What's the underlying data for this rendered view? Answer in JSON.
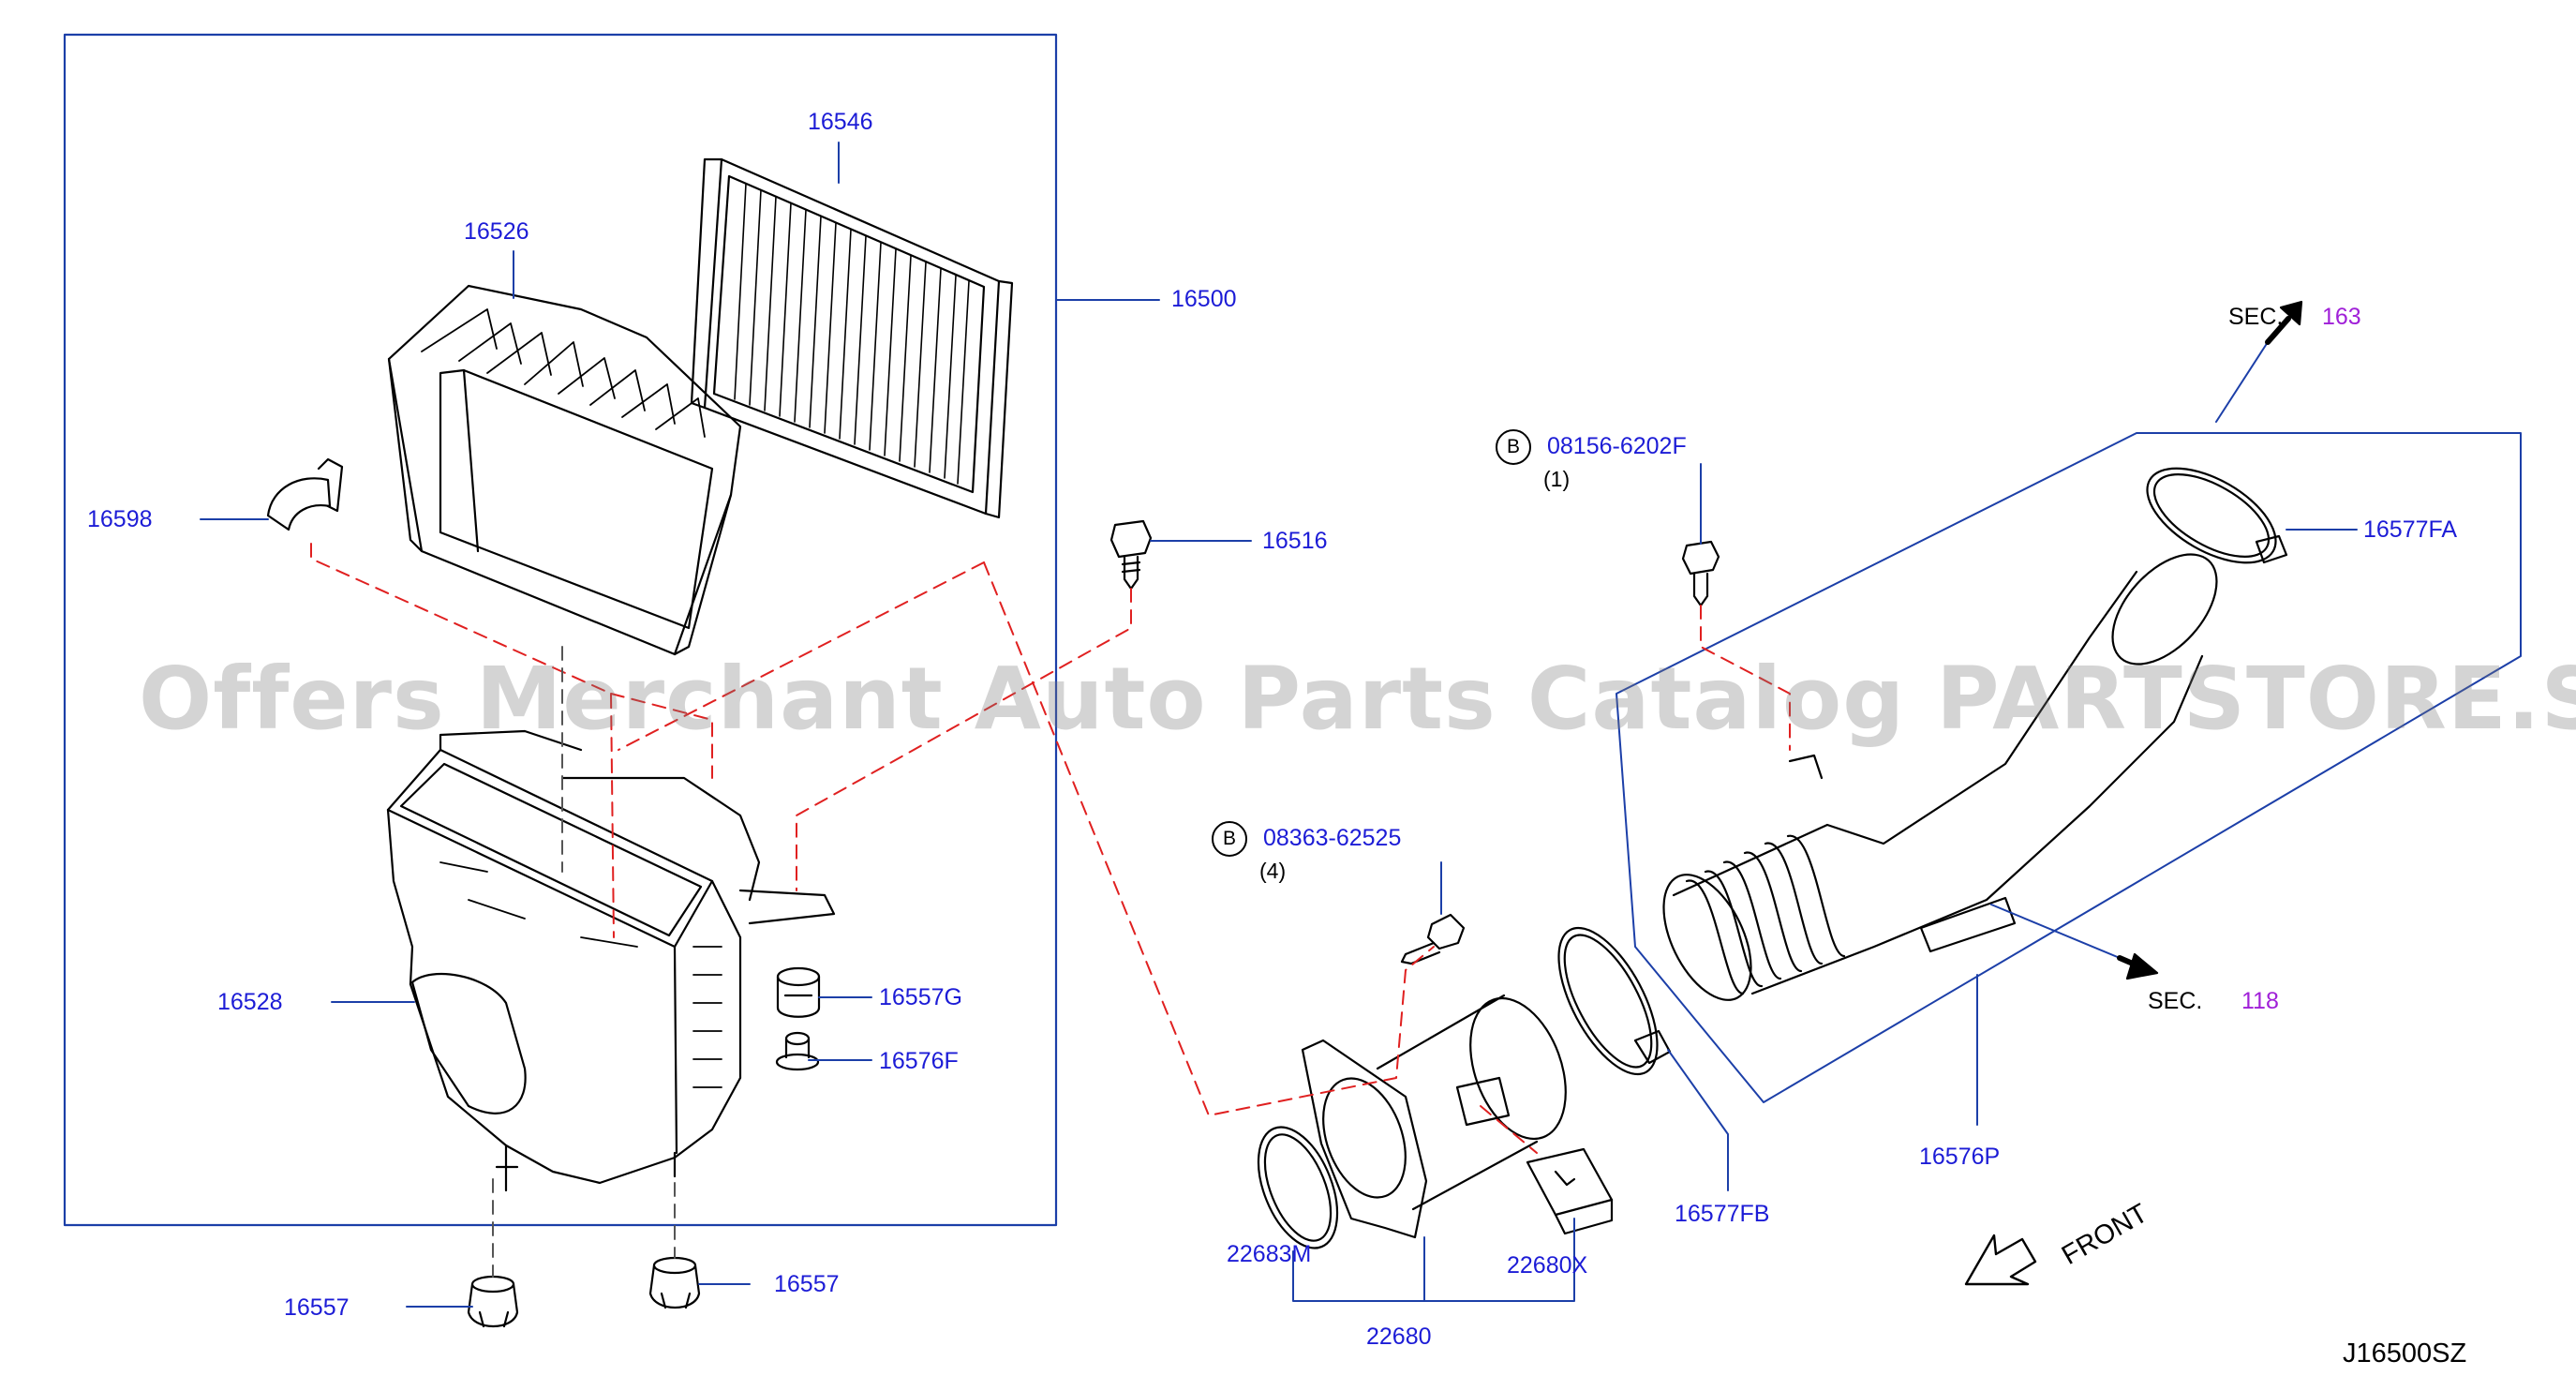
{
  "watermark": "Offers Merchant Auto Parts Catalog PARTSTORE.SA",
  "diagram_code": "J16500SZ",
  "front_label": "FRONT",
  "parts": {
    "p16546": "16546",
    "p16526": "16526",
    "p16500": "16500",
    "p16598": "16598",
    "p16516": "16516",
    "p16528": "16528",
    "p16557G": "16557G",
    "p16576F": "16576F",
    "p16557_left": "16557",
    "p16557_right": "16557",
    "p16577FA": "16577FA",
    "p16577FB": "16577FB",
    "p16576P": "16576P",
    "p22683M": "22683M",
    "p22680X": "22680X",
    "p22680": "22680"
  },
  "bolts": {
    "b1": {
      "marker": "B",
      "number": "08156-6202F",
      "qty": "(1)"
    },
    "b2": {
      "marker": "B",
      "number": "08363-62525",
      "qty": "(4)"
    }
  },
  "sections": {
    "s163": {
      "prefix": "SEC.",
      "number": "163"
    },
    "s118": {
      "prefix": "SEC.",
      "number": "118"
    }
  },
  "colors": {
    "part_label": "#1c1cd6",
    "leader_line": "#1c3fa8",
    "dashed_line": "#e02020",
    "section_number": "#a020d8",
    "outline": "#000000"
  }
}
